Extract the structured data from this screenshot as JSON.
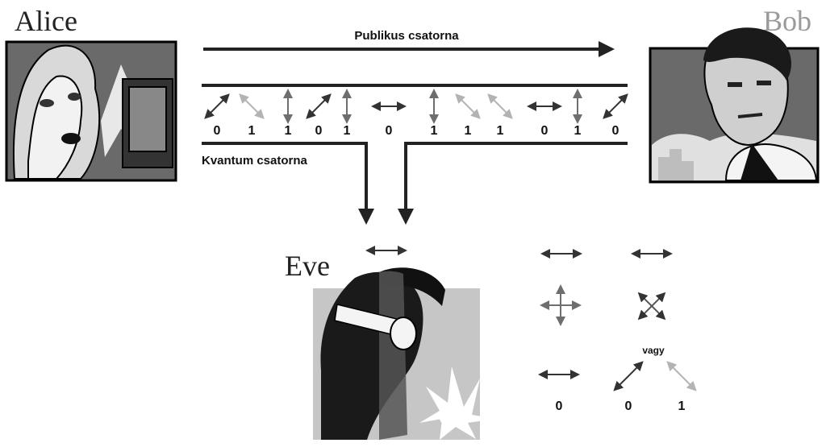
{
  "names": {
    "alice": "Alice",
    "bob": "Bob",
    "eve": "Eve"
  },
  "channels": {
    "public": "Publikus csatorna",
    "quantum": "Kvantum csatorna"
  },
  "photon_stream": {
    "bits": [
      "0",
      "1",
      "1",
      "0",
      "1",
      "0",
      "1",
      "1",
      "1",
      "0",
      "1",
      "0"
    ],
    "polarizations": [
      "diag-right",
      "diag-left",
      "vertical",
      "diag-right",
      "vertical",
      "horizontal",
      "vertical",
      "diag-left",
      "diag-left",
      "horizontal",
      "vertical",
      "diag-right"
    ]
  },
  "legend": {
    "or_label": "vagy",
    "bits": [
      "0",
      "0",
      "1"
    ],
    "eve_measurement": "horizontal"
  },
  "colors": {
    "dark": "#333333",
    "mid": "#6e6e6e",
    "light": "#b3b3b3",
    "line": "#222222"
  }
}
